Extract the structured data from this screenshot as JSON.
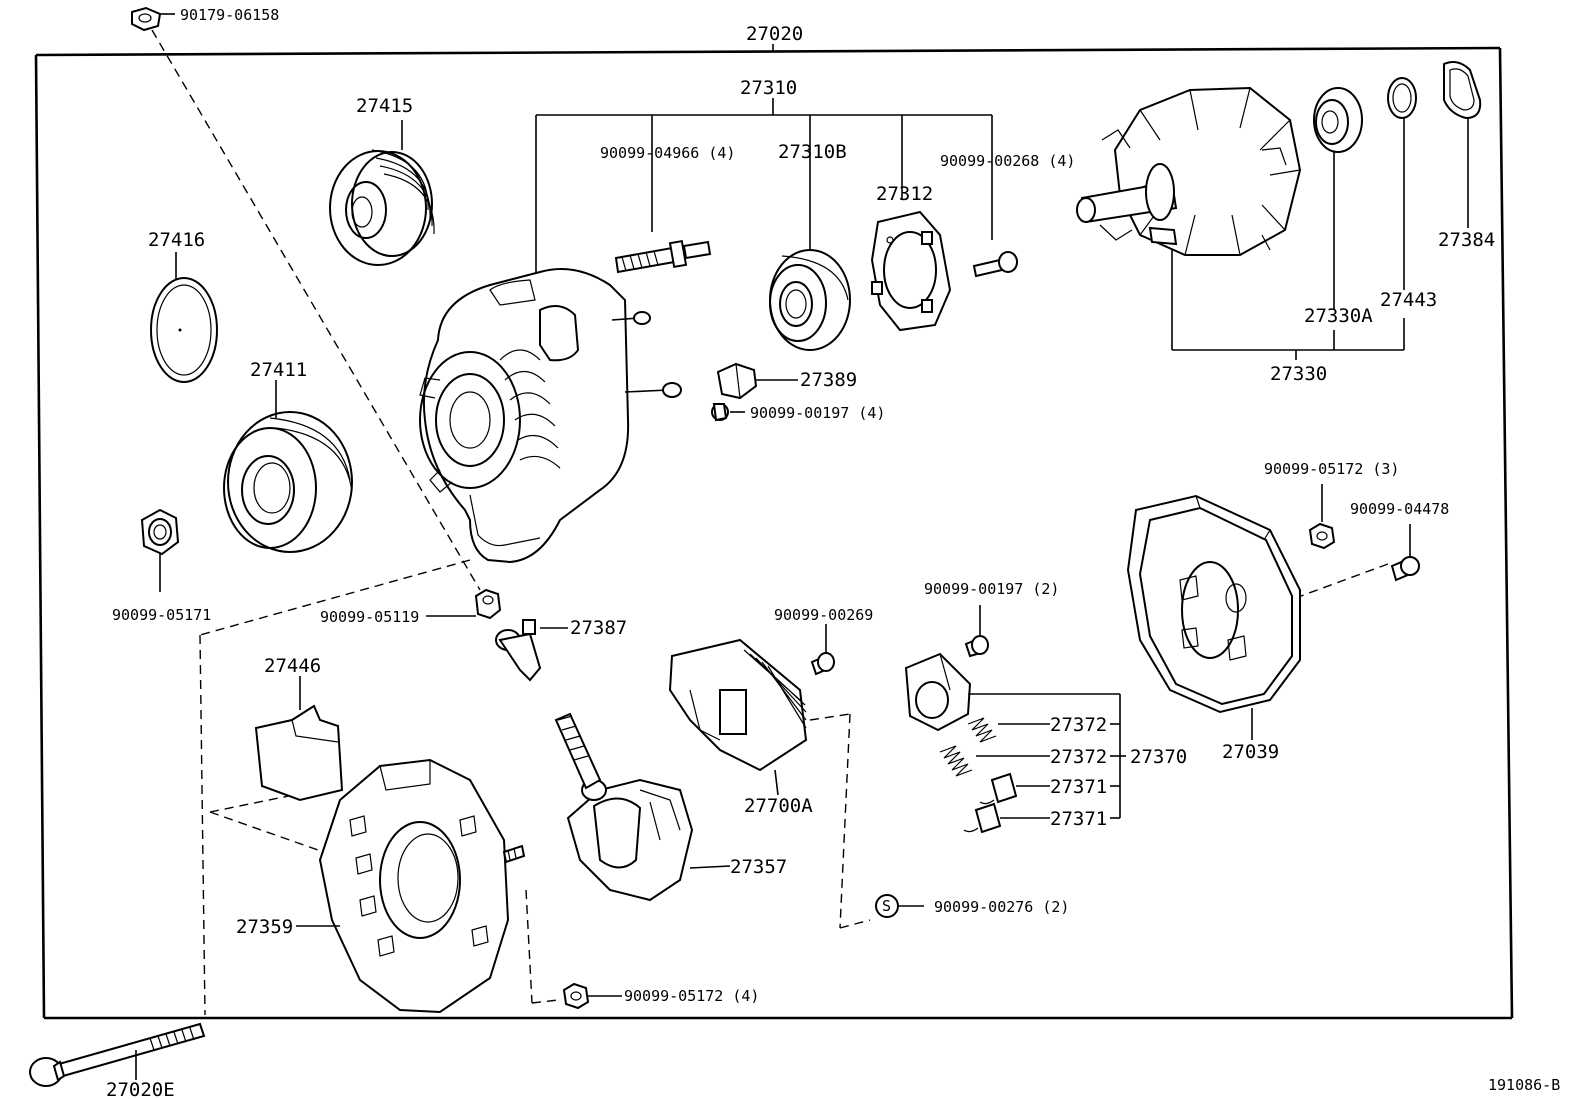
{
  "labels": {
    "p_90179_06158": "90179-06158",
    "p_27020": "27020",
    "p_27310": "27310",
    "p_27415": "27415",
    "p_90099_04966": "90099-04966 (4)",
    "p_27310B": "27310B",
    "p_27312": "27312",
    "p_90099_00268": "90099-00268 (4)",
    "p_27416": "27416",
    "p_27384": "27384",
    "p_27443": "27443",
    "p_27330A": "27330A",
    "p_27330": "27330",
    "p_27389": "27389",
    "p_90099_00197_4": "90099-00197 (4)",
    "p_27411": "27411",
    "p_90099_05172_3": "90099-05172 (3)",
    "p_90099_04478": "90099-04478",
    "p_90099_05171": "90099-05171",
    "p_90099_05119": "90099-05119",
    "p_27387": "27387",
    "p_90099_00269": "90099-00269",
    "p_90099_00197_2": "90099-00197 (2)",
    "p_27446": "27446",
    "p_27372a": "27372",
    "p_27372b": "27372",
    "p_27370": "27370",
    "p_27371a": "27371",
    "p_27371b": "27371",
    "p_27039": "27039",
    "p_27700A": "27700A",
    "p_27357": "27357",
    "p_S": "S",
    "p_90099_00276": "90099-00276 (2)",
    "p_27359": "27359",
    "p_90099_05172_4": "90099-05172 (4)",
    "p_27020E": "27020E",
    "p_ref": "191086-B"
  }
}
